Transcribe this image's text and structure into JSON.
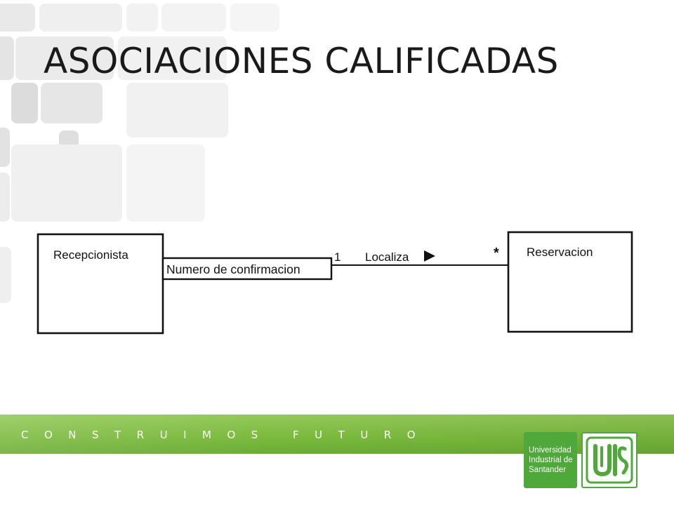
{
  "slide": {
    "title": "ASOCIACIONES CALIFICADAS"
  },
  "diagram": {
    "class_left": "Recepcionista",
    "qualifier": "Numero de confirmacion",
    "class_right": "Reservacion",
    "association_name": "Localiza",
    "multiplicity_left": "1",
    "multiplicity_right": "*"
  },
  "footer": {
    "tagline": "CONSTRUIMOS FUTURO",
    "logo_lines": [
      "Universidad",
      "Industrial de",
      "Santander"
    ],
    "brand_green": "#7cbb3f",
    "logo_green": "#4fa83a"
  }
}
